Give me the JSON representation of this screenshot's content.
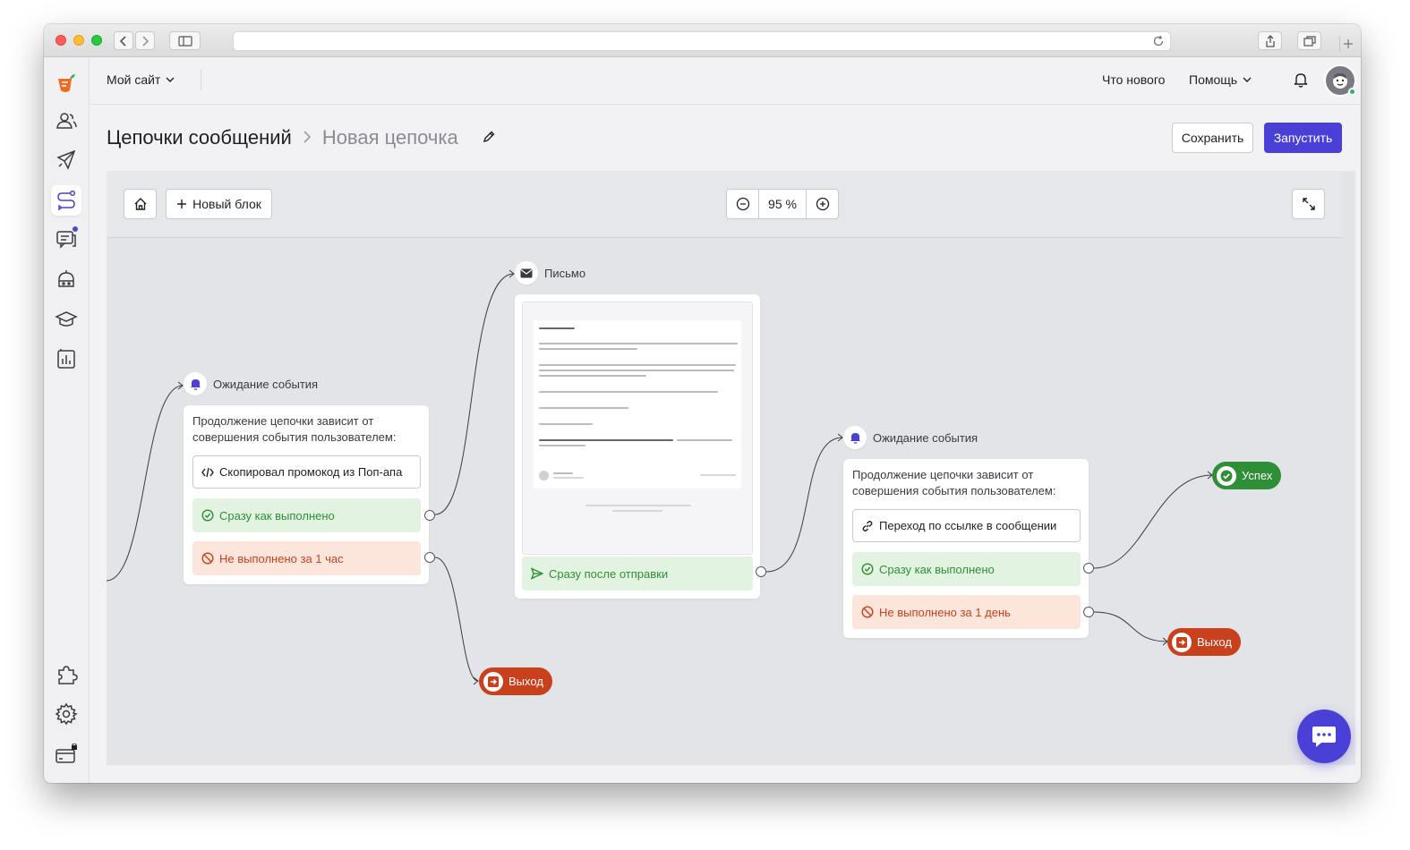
{
  "browser": {
    "address": ""
  },
  "header": {
    "site_selector": "Мой сайт",
    "whats_new": "Что нового",
    "help": "Помощь"
  },
  "breadcrumb": {
    "parent": "Цепочки сообщений",
    "current": "Новая цепочка"
  },
  "actions": {
    "save": "Сохранить",
    "run": "Запустить"
  },
  "canvas_toolbar": {
    "new_block": "Новый блок",
    "zoom": "95 %"
  },
  "nodes": {
    "wait1": {
      "label": "Ожидание события",
      "description": "Продолжение цепочки зависит от совершения события пользователем:",
      "event": "Скопировал промокод из Поп-апа",
      "success_branch": "Сразу как выполнено",
      "fail_branch": "Не выполнено за 1 час"
    },
    "email": {
      "label": "Письмо",
      "branch": "Сразу после отправки"
    },
    "wait2": {
      "label": "Ожидание события",
      "description": "Продолжение цепочки зависит от совершения события пользователем:",
      "event": "Переход по ссылке в сообщении",
      "success_branch": "Сразу как выполнено",
      "fail_branch": "Не выполнено за 1 день"
    },
    "exit1": {
      "label": "Выход"
    },
    "exit2": {
      "label": "Выход"
    },
    "success": {
      "label": "Успех"
    }
  },
  "colors": {
    "accent": "#4a3fd6",
    "success": "#2f8f36",
    "danger": "#c9401d",
    "success_bg": "#e2f3e1",
    "danger_bg": "#fce6dc",
    "canvas_bg": "#e3e4e8"
  },
  "icons": {
    "sidebar": [
      "carrot-logo-icon",
      "users-icon",
      "rocket-icon",
      "chains-icon",
      "chat-icon",
      "bot-icon",
      "education-icon",
      "analytics-icon",
      "puzzle-icon",
      "gear-icon",
      "billing-icon"
    ]
  }
}
